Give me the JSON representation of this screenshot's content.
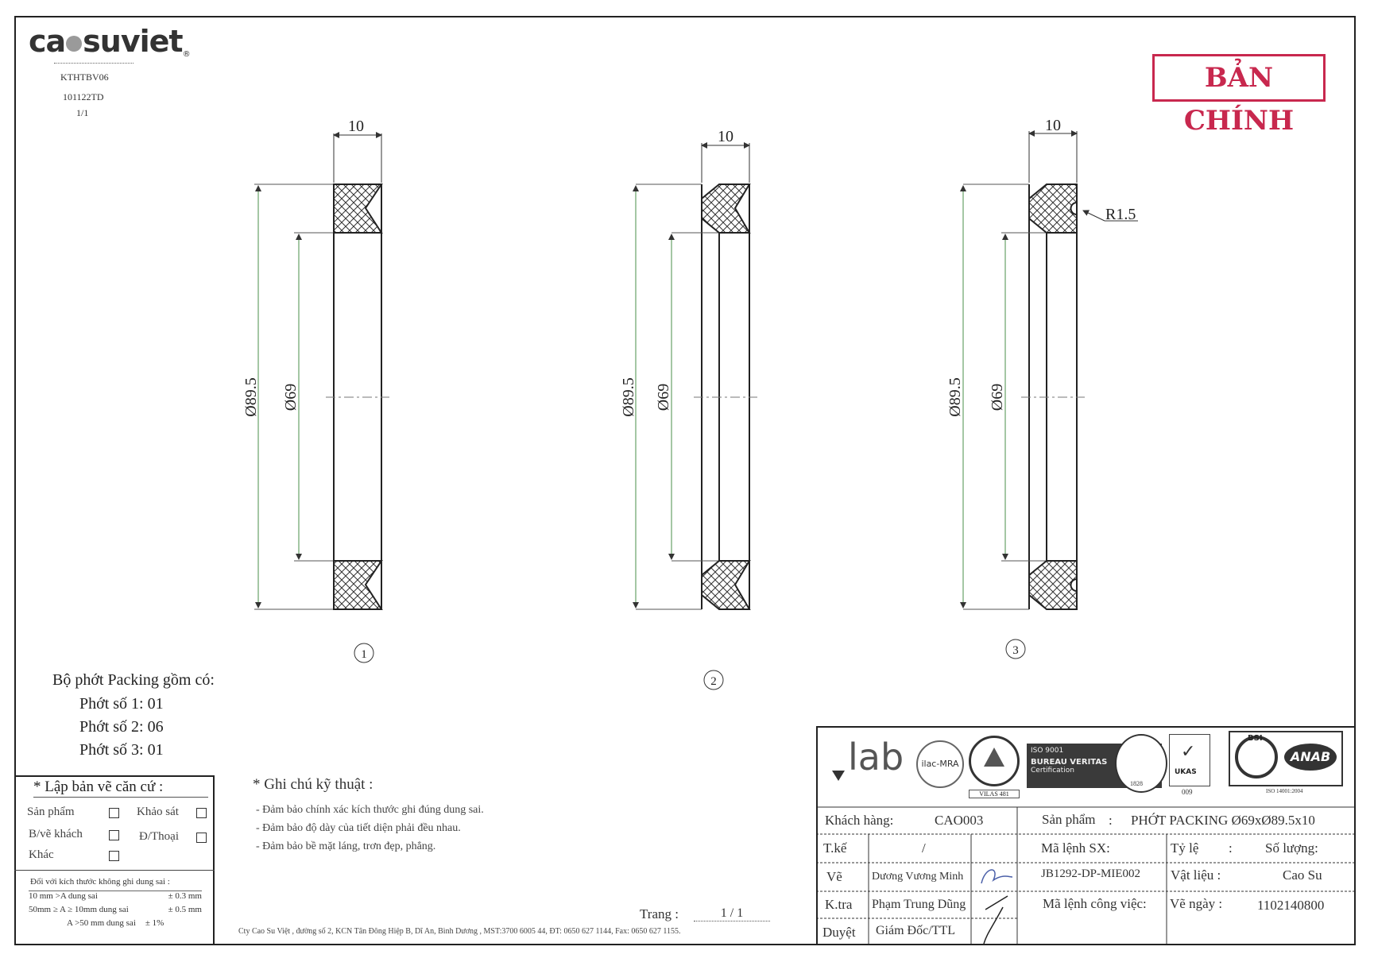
{
  "header": {
    "logo_prefix": "ca",
    "logo_suffix": "suviet",
    "logo_reg": "®",
    "doc_code": "KTHTBV06",
    "doc_number": "101122TD",
    "sheet": "1/1",
    "stamp": "BẢN CHÍNH"
  },
  "drawings": [
    {
      "id": "1",
      "width_label": "10",
      "outer_dia": "Ø89.5",
      "inner_dia": "Ø69"
    },
    {
      "id": "2",
      "width_label": "10",
      "outer_dia": "Ø89.5",
      "inner_dia": "Ø69"
    },
    {
      "id": "3",
      "width_label": "10",
      "outer_dia": "Ø89.5",
      "inner_dia": "Ø69",
      "radius": "R1.5"
    }
  ],
  "packing": {
    "title": "Bộ phớt Packing gồm có:",
    "items": [
      "Phớt số 1: 01",
      "Phớt số 2: 06",
      "Phớt số 3: 01"
    ]
  },
  "basis": {
    "title": "* Lập bản vẽ căn cứ :",
    "options": [
      "Sản phẩm",
      "Khảo sát",
      "B/vẽ khách",
      "Đ/Thoại",
      "Khác"
    ],
    "tolerance_title": "Đối với kích thước không ghi dung sai :",
    "tolerances": [
      {
        "range": "10 mm >A  dung sai",
        "value": "± 0.3 mm"
      },
      {
        "range": "50mm ≥ A ≥ 10mm dung sai",
        "value": "± 0.5 mm"
      },
      {
        "range": "A >50 mm dung sai",
        "value": "± 1%"
      }
    ]
  },
  "notes": {
    "title": "* Ghi chú kỹ thuật :",
    "items": [
      "- Đảm bảo chính xác kích thước ghi đúng dung sai.",
      "- Đảm bảo độ dày của tiết diện phải đều nhau.",
      "- Đảm bảo bề mặt láng, trơn đẹp, phẳng."
    ]
  },
  "page": {
    "label": "Trang :",
    "value": "1 / 1"
  },
  "footer_address": "Cty Cao Su Việt , đường số 2, KCN Tân Đông Hiệp B, Dĩ An, Bình Dương , MST:3700 6005 44, ĐT: 0650 627 1144, Fax: 0650 627 1155.",
  "certs": {
    "lab": "lab",
    "ilac": "ilac-MRA",
    "boa": "VILAS 481",
    "bv_line1": "ISO 9001",
    "bv_line2": "BUREAU VERITAS",
    "bv_line3": "Certification",
    "bv_year": "1828",
    "ukas": "UKAS",
    "ukas_num": "009",
    "bsi": "BSI",
    "anab": "ANAB",
    "iso14001": "ISO 14001:2004"
  },
  "title_block": {
    "customer_label": "Khách hàng:",
    "customer_value": "CAO003",
    "product_label": "Sản phẩm",
    "product_value": "PHỚT PACKING Ø69xØ89.5x10",
    "design_label": "T.kế",
    "design_value": "/",
    "drawn_label": "Vẽ",
    "drawn_value": "Dương Vương Minh",
    "check_label": "K.tra",
    "check_value": "Phạm Trung Dũng",
    "approve_label": "Duyệt",
    "approve_value": "Giám Đốc/TTL",
    "order_label": "Mã lệnh SX:",
    "order_value": "JB1292-DP-MIE002",
    "work_order_label": "Mã lệnh công việc:",
    "scale_label": "Tỷ lệ",
    "qty_label": "Số lượng:",
    "material_label": "Vật liệu :",
    "material_value": "Cao Su",
    "date_label": "Vẽ  ngày :",
    "date_value": "1102140800"
  }
}
